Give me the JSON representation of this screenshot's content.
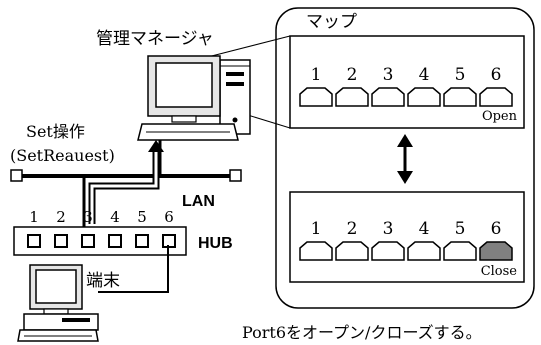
{
  "manager_label": "管理マネージャ",
  "set_operation": {
    "line1": "Set操作",
    "line2": "(SetReauest)"
  },
  "lan_label": "LAN",
  "hub": {
    "label": "HUB",
    "port_numbers": [
      "1",
      "2",
      "3",
      "4",
      "5",
      "6"
    ]
  },
  "terminal_label": "端末",
  "map": {
    "title": "マップ",
    "top_panel": {
      "port_numbers": [
        "1",
        "2",
        "3",
        "4",
        "5",
        "6"
      ],
      "state_label": "Open",
      "port_states": [
        "open",
        "open",
        "open",
        "open",
        "open",
        "open"
      ]
    },
    "bottom_panel": {
      "port_numbers": [
        "1",
        "2",
        "3",
        "4",
        "5",
        "6"
      ],
      "state_label": "Close",
      "port_states": [
        "open",
        "open",
        "open",
        "open",
        "open",
        "closed"
      ]
    }
  },
  "caption": "Port6をオープン/クローズする。",
  "colors": {
    "line": "#000000",
    "closed_port_fill": "#808080",
    "background": "#ffffff"
  }
}
